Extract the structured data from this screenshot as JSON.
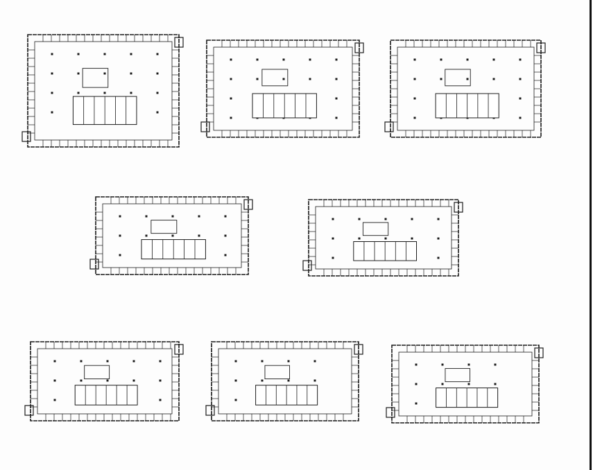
{
  "sheet": {
    "type": "floor-plan-sheet",
    "line_color": "#1a1a1a",
    "background": "#fdfdfd",
    "accent_color": "#4a8a4a"
  },
  "plans": [
    {
      "kind": "ground-floor-complex"
    },
    {
      "kind": "open-floor-with-core"
    },
    {
      "kind": "floor-with-atria"
    },
    {
      "kind": "office-floor-mixed"
    },
    {
      "kind": "typical-floor"
    },
    {
      "kind": "typical-floor"
    },
    {
      "kind": "typical-floor"
    },
    {
      "kind": "typical-floor-variant"
    }
  ]
}
